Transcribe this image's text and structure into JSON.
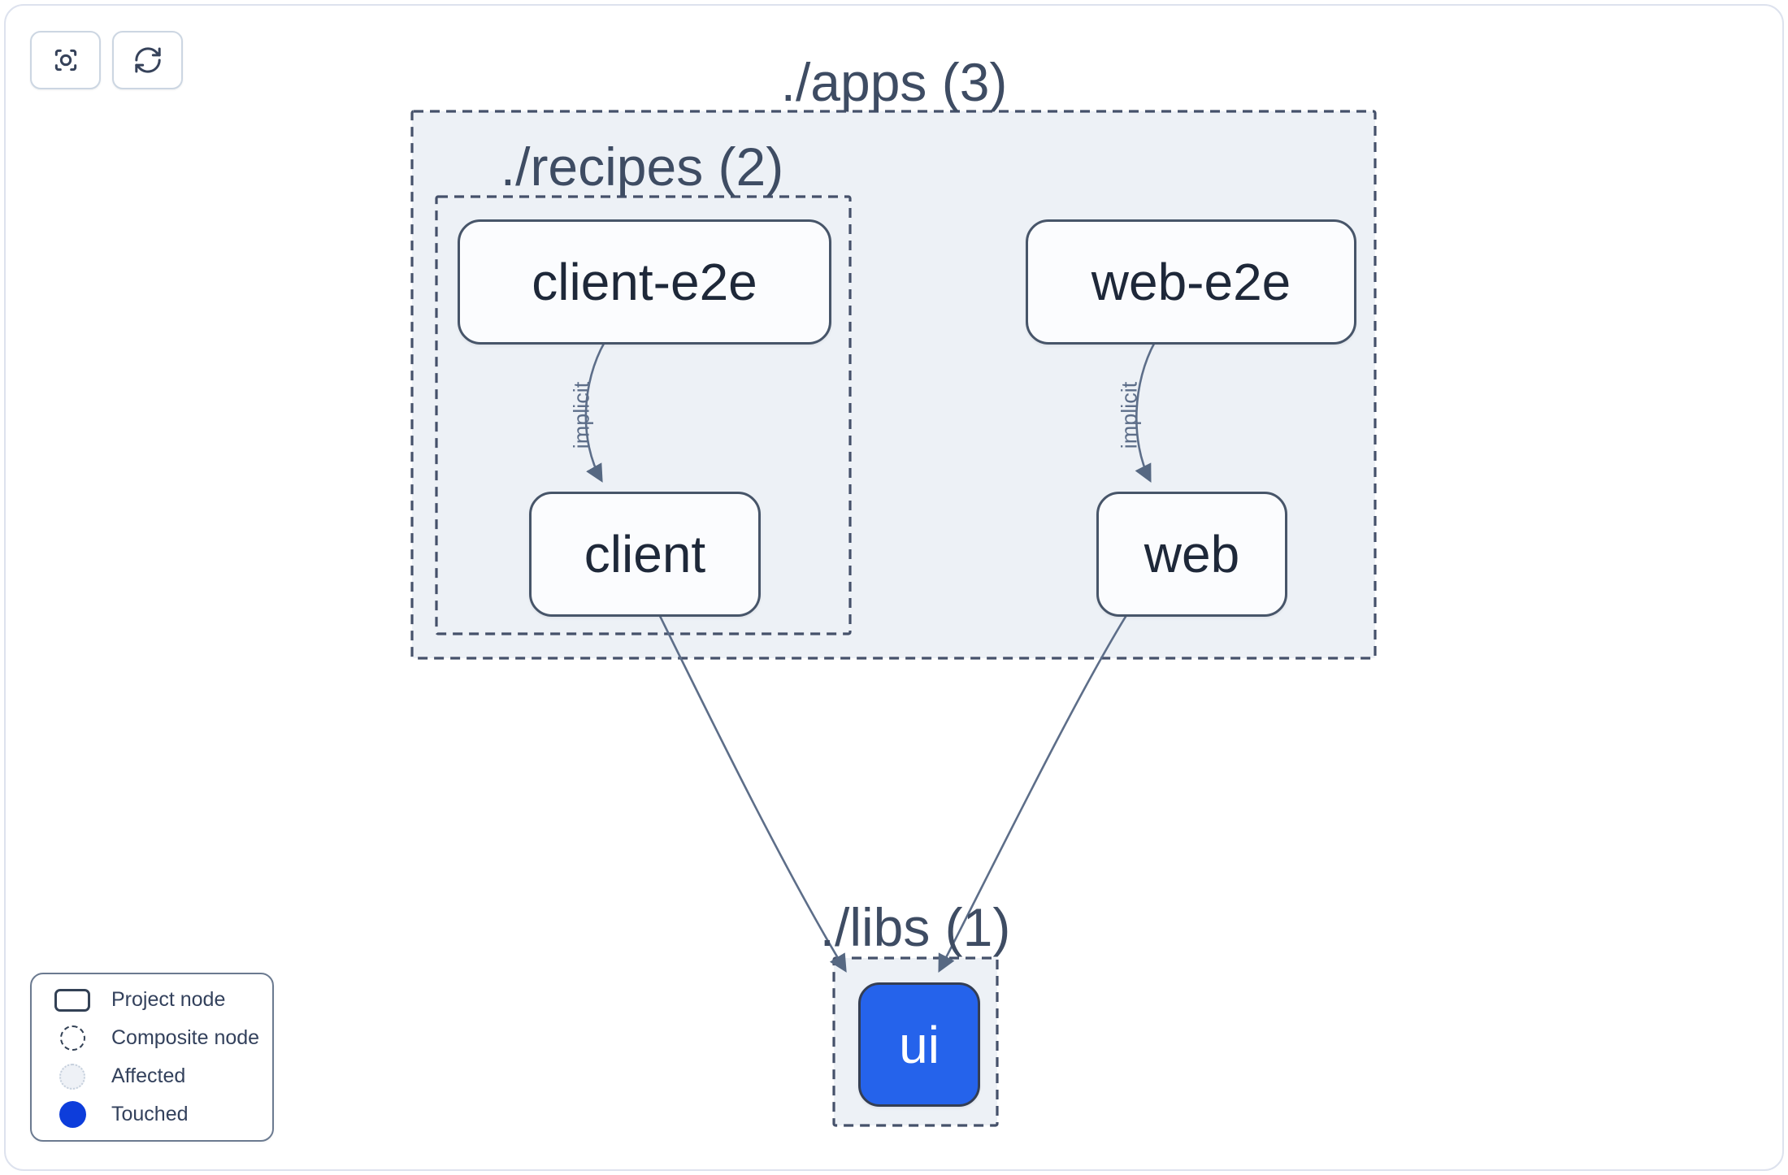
{
  "toolbar": {
    "buttons": [
      {
        "name": "center-graph",
        "icon": "focus-target-icon"
      },
      {
        "name": "refresh-graph",
        "icon": "refresh-icon"
      }
    ]
  },
  "graph": {
    "groups": [
      {
        "id": "apps",
        "label": "./apps (3)"
      },
      {
        "id": "recipes",
        "label": "./recipes (2)"
      },
      {
        "id": "libs",
        "label": "./libs (1)"
      }
    ],
    "nodes": [
      {
        "id": "client-e2e",
        "label": "client-e2e",
        "type": "project",
        "state": "normal"
      },
      {
        "id": "web-e2e",
        "label": "web-e2e",
        "type": "project",
        "state": "normal"
      },
      {
        "id": "client",
        "label": "client",
        "type": "project",
        "state": "normal"
      },
      {
        "id": "web",
        "label": "web",
        "type": "project",
        "state": "normal"
      },
      {
        "id": "ui",
        "label": "ui",
        "type": "project",
        "state": "touched"
      }
    ],
    "edges": [
      {
        "from": "client-e2e",
        "to": "client",
        "label": "implicit"
      },
      {
        "from": "web-e2e",
        "to": "web",
        "label": "implicit"
      },
      {
        "from": "client",
        "to": "ui",
        "label": ""
      },
      {
        "from": "web",
        "to": "ui",
        "label": ""
      }
    ]
  },
  "legend": {
    "items": [
      {
        "icon": "project-node-icon",
        "label": "Project node"
      },
      {
        "icon": "composite-node-icon",
        "label": "Composite node"
      },
      {
        "icon": "affected-icon",
        "label": "Affected"
      },
      {
        "icon": "touched-icon",
        "label": "Touched"
      }
    ]
  },
  "colors": {
    "touched_blue": "#2563eb",
    "legend_touched_blue": "#0d3ddb",
    "container_fill": "#edf1f6",
    "dash_slate": "#45516a",
    "border_slate": "#475569",
    "node_text": "#1e2839",
    "title_slate": "#3e4c63",
    "edge_color": "#5d6e89"
  }
}
